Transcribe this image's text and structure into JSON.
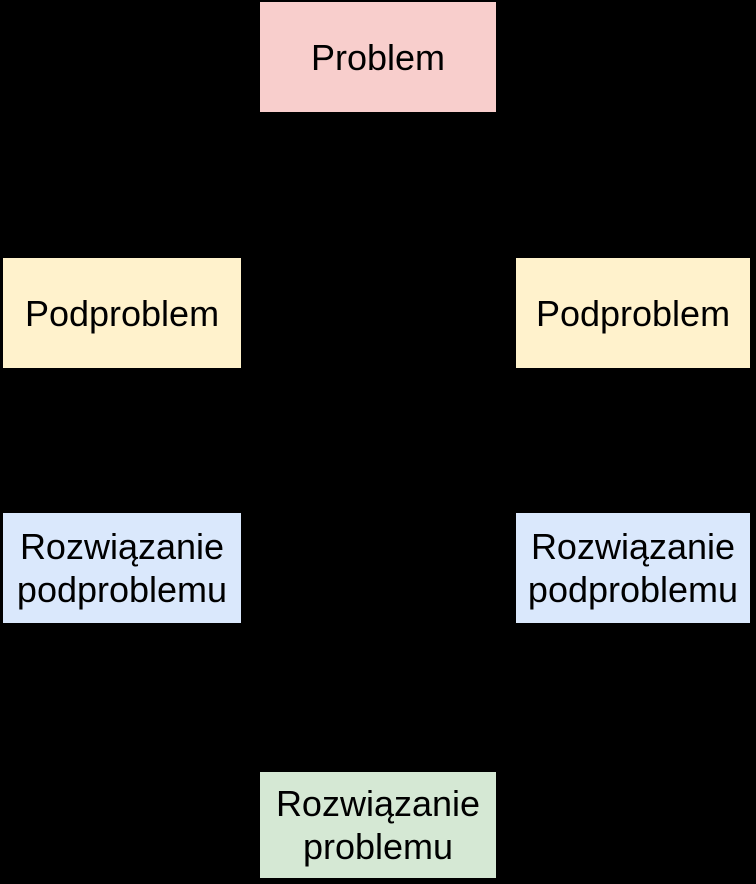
{
  "diagram": {
    "background": "#000000",
    "text_color": "#000000",
    "nodes": [
      {
        "id": "problem",
        "label": "Problem",
        "lines": [
          "Problem"
        ],
        "fill": "#f8cecc"
      },
      {
        "id": "subproblem-left",
        "label": "Podproblem",
        "lines": [
          "Podproblem"
        ],
        "fill": "#fff2cc"
      },
      {
        "id": "subproblem-right",
        "label": "Podproblem",
        "lines": [
          "Podproblem"
        ],
        "fill": "#fff2cc"
      },
      {
        "id": "subproblem-solution-left",
        "label": "Rozwiązanie podproblemu",
        "lines": [
          "Rozwiązanie",
          "podproblemu"
        ],
        "fill": "#dae8fc"
      },
      {
        "id": "subproblem-solution-right",
        "label": "Rozwiązanie podproblemu",
        "lines": [
          "Rozwiązanie",
          "podproblemu"
        ],
        "fill": "#dae8fc"
      },
      {
        "id": "problem-solution",
        "label": "Rozwiązanie problemu",
        "lines": [
          "Rozwiązanie",
          "problemu"
        ],
        "fill": "#d5e8d4"
      }
    ]
  }
}
